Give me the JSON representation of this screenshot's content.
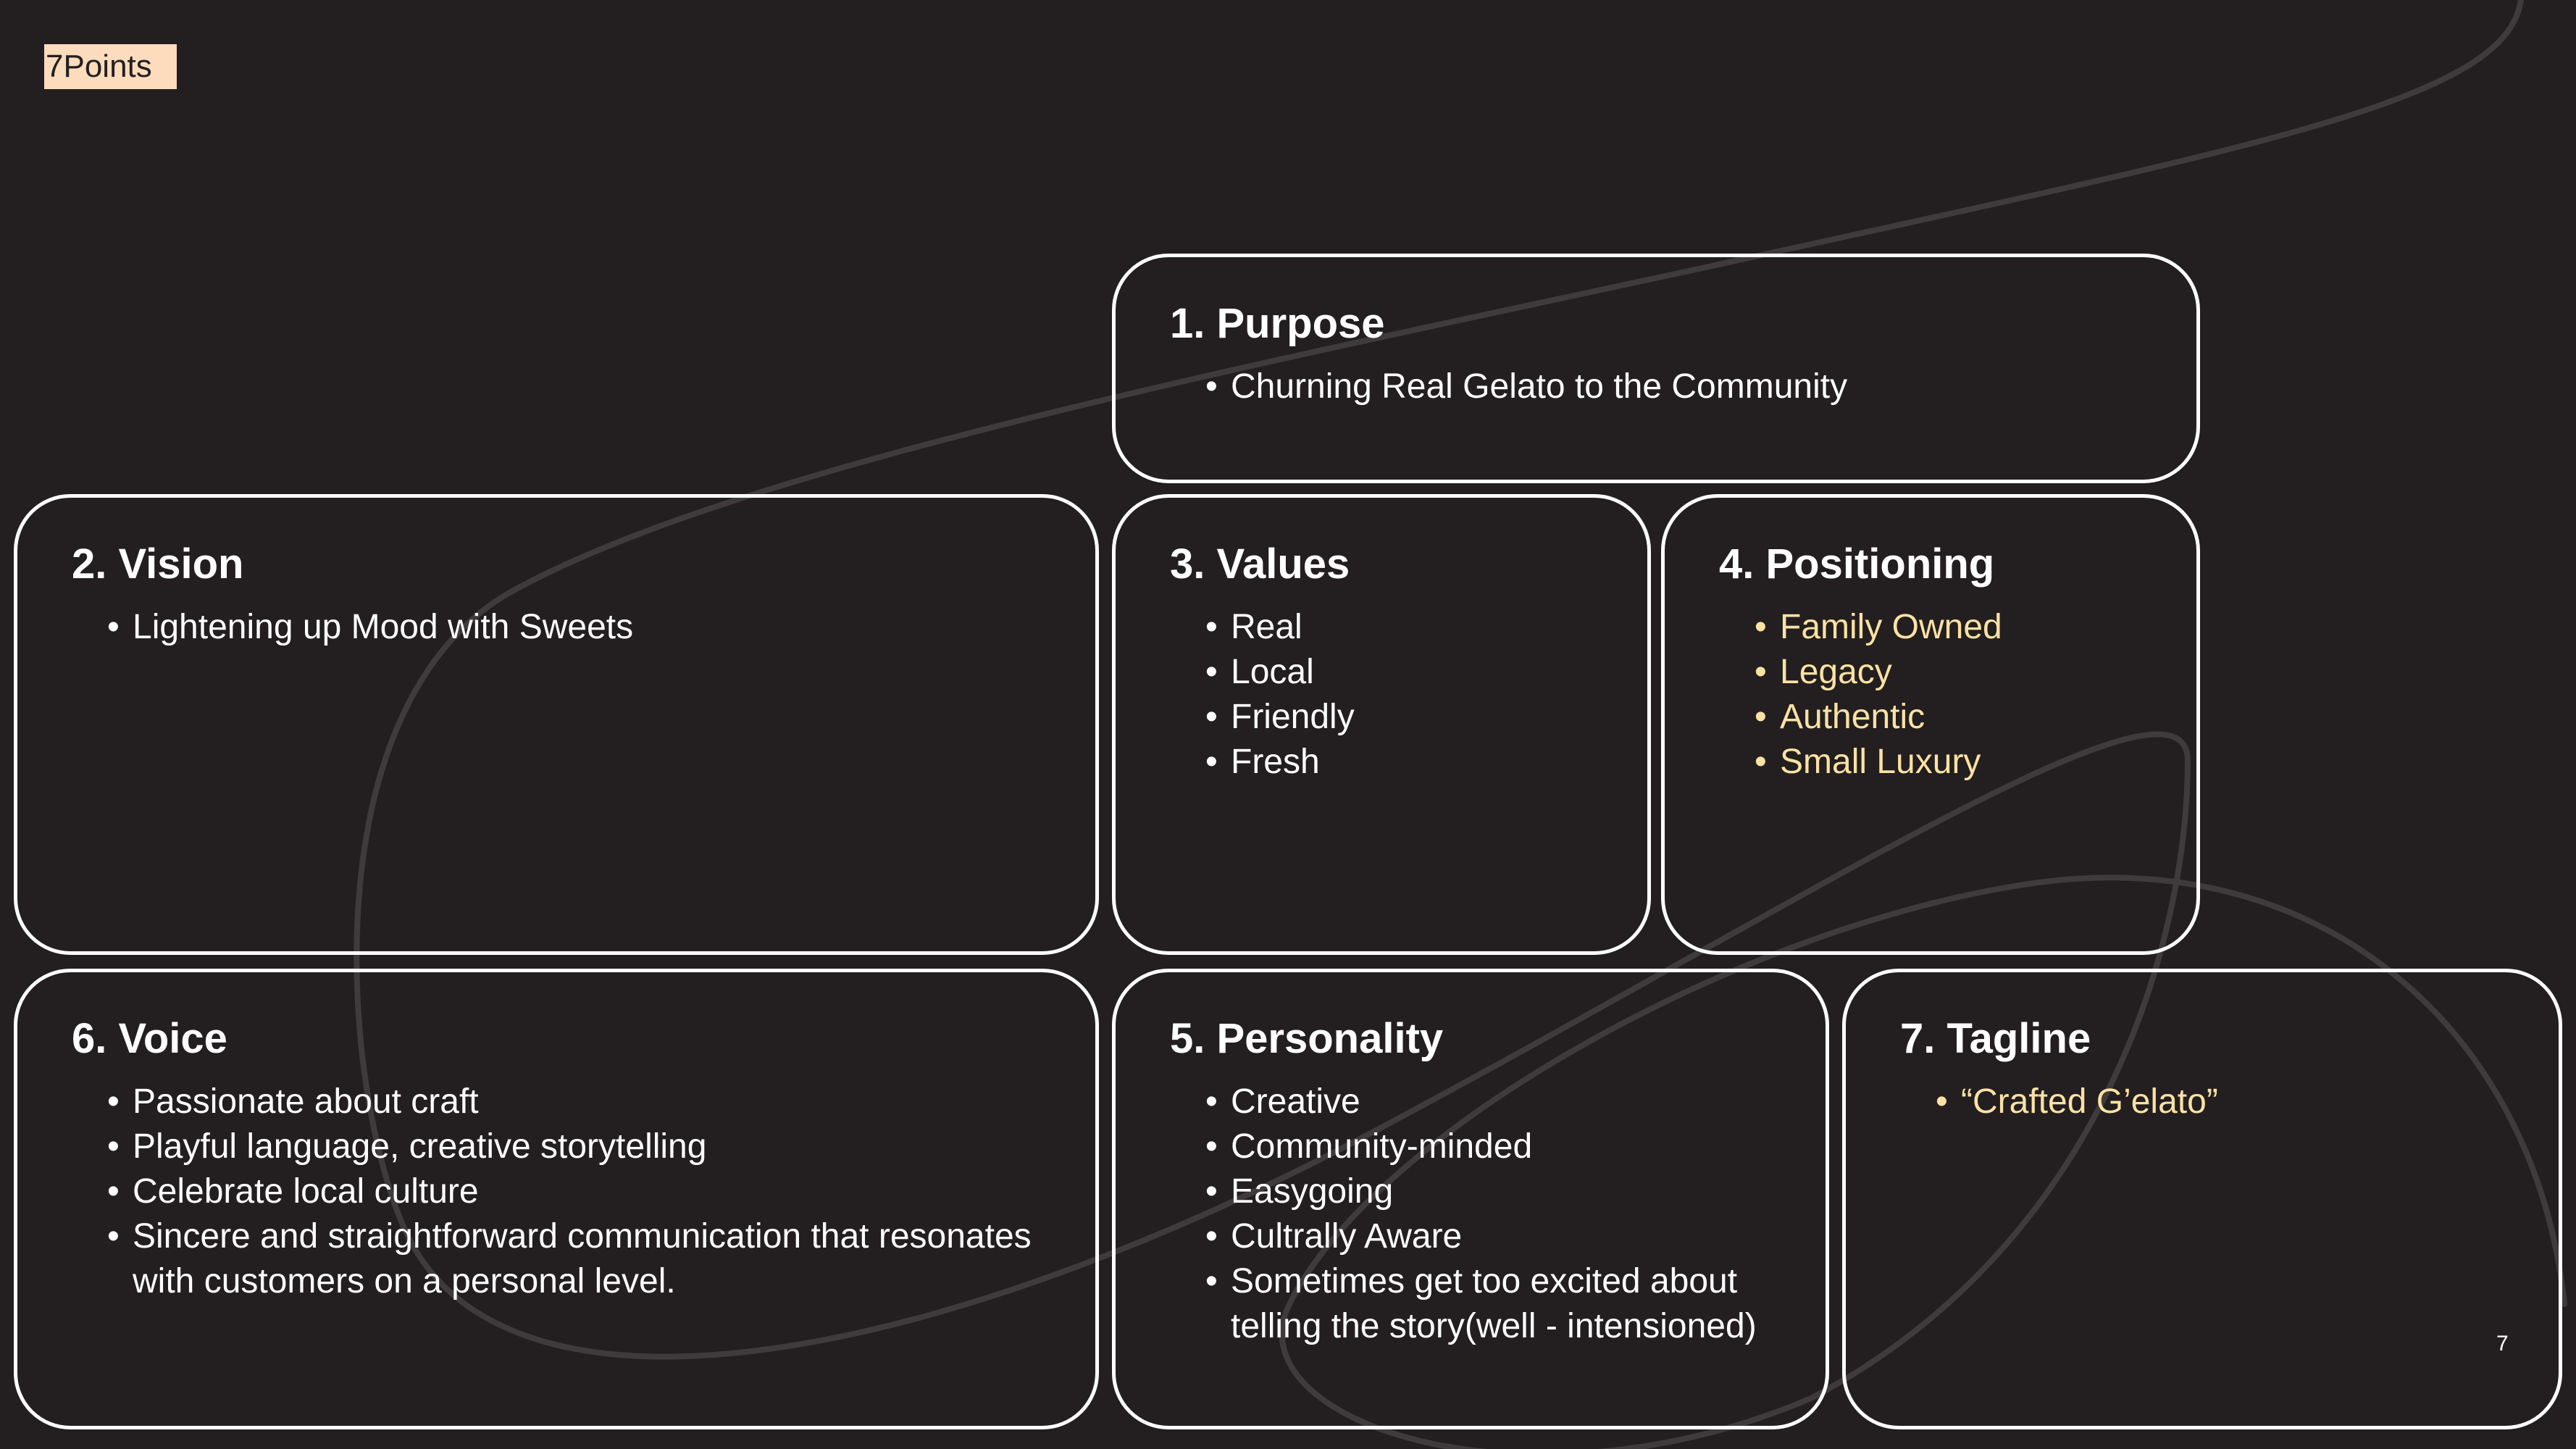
{
  "header": {
    "tag_label": "7Points"
  },
  "cards": {
    "purpose": {
      "title": "1. Purpose",
      "items": [
        "Churning Real Gelato to the Community"
      ]
    },
    "vision": {
      "title": "2. Vision",
      "items": [
        "Lightening up Mood with Sweets"
      ]
    },
    "values": {
      "title": "3. Values",
      "items": [
        "Real",
        "Local",
        "Friendly",
        "Fresh"
      ]
    },
    "positioning": {
      "title": "4. Positioning",
      "items": [
        "Family Owned",
        "Legacy",
        "Authentic",
        "Small Luxury"
      ]
    },
    "voice": {
      "title": "6. Voice",
      "items": [
        "Passionate about craft",
        "Playful language, creative storytelling",
        "Celebrate local culture",
        "Sincere and straightforward communication that resonates with customers on a personal level."
      ]
    },
    "personality": {
      "title": "5. Personality",
      "items": [
        "Creative",
        "Community-minded",
        "Easygoing",
        "Cultrally Aware",
        "Sometimes get too excited about telling the story(well - intensioned)"
      ]
    },
    "tagline": {
      "title": "7. Tagline",
      "items": [
        "“Crafted G’elato”"
      ]
    }
  },
  "footer": {
    "page_number": "7"
  },
  "colors": {
    "background": "#231f20",
    "tag_background": "#fcdcbd",
    "highlight_text": "#fbe2a4",
    "text": "#ffffff"
  }
}
